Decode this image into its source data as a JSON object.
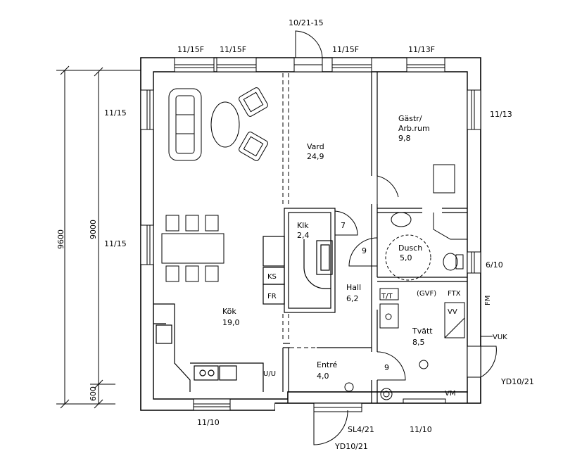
{
  "windows": {
    "top_1": "11/15F",
    "top_2": "11/15F",
    "top_door": "10/21-15",
    "top_3": "11/15F",
    "top_4": "11/13F",
    "left_1": "11/15",
    "left_2": "11/15",
    "right_1": "11/13",
    "right_2": "6/10",
    "bottom_1": "11/10",
    "bottom_2": "11/10",
    "bottom_door_1": "SL4/21",
    "bottom_door_2": "YD10/21",
    "right_door": "YD10/21"
  },
  "dimensions": {
    "outer": "9600",
    "inner": "9000",
    "small": "600"
  },
  "rooms": [
    {
      "name": "Vard",
      "area": "24,9"
    },
    {
      "name": "Gästr/",
      "name2": "Arb.rum",
      "area": "9,8"
    },
    {
      "name": "Klk",
      "area": "2,4"
    },
    {
      "name": "Dusch",
      "area": "5,0"
    },
    {
      "name": "Hall",
      "area": "6,2"
    },
    {
      "name": "Kök",
      "area": "19,0"
    },
    {
      "name": "Tvätt",
      "area": "8,5"
    },
    {
      "name": "Entré",
      "area": "4,0"
    }
  ],
  "fixtures": {
    "ks": "KS",
    "fr": "FR",
    "uu": "U/U",
    "tt": "T/T",
    "gvf": "(GVF)",
    "ftx": "FTX",
    "vv": "VV",
    "fm": "FM",
    "vuk": "VUK",
    "vm": "VM",
    "door_num_1": "7",
    "door_num_2": "9",
    "door_num_3": "9"
  }
}
